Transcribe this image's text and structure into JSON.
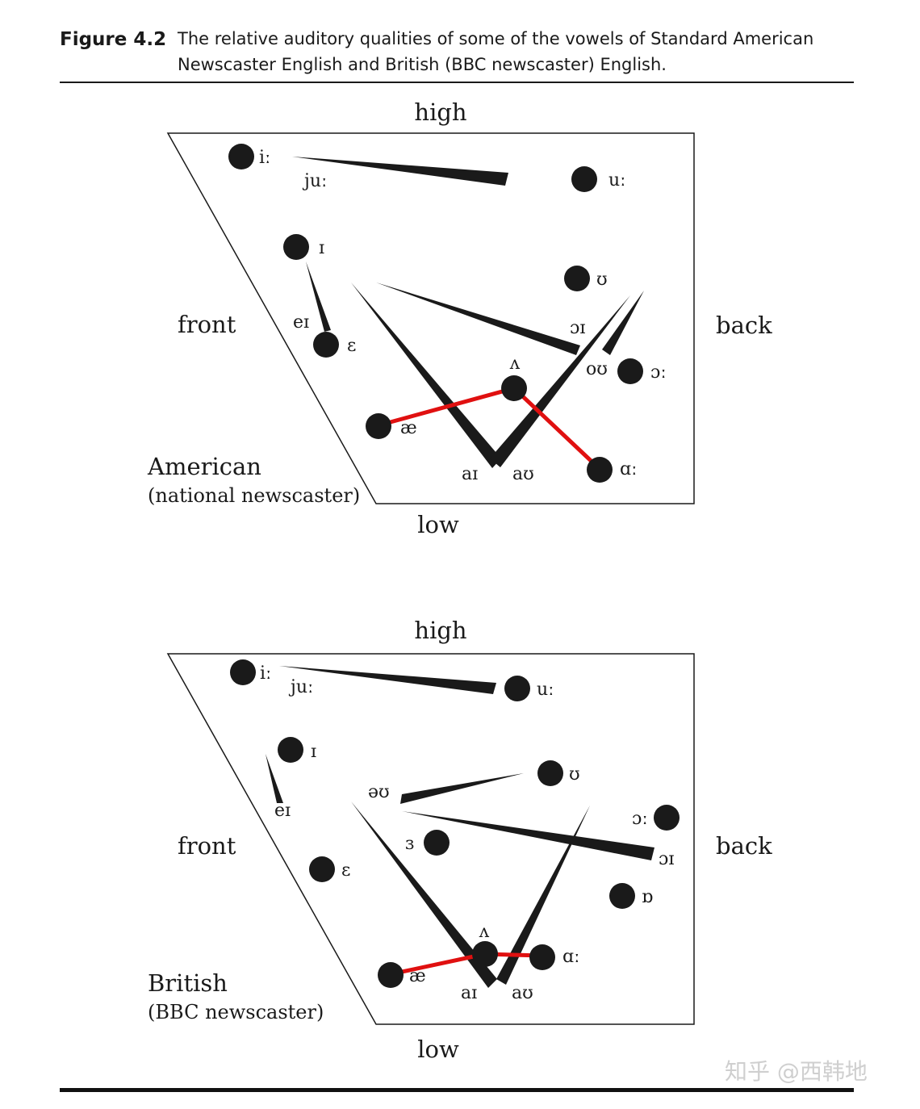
{
  "figure": {
    "label": "Figure 4.2",
    "caption_line1": "The relative auditory qualities of some of the vowels of Standard American",
    "caption_line2": "Newscaster English and British (BBC newscaster) English."
  },
  "american": {
    "high": "high",
    "low": "low",
    "front": "front",
    "back": "back",
    "dialect": "American",
    "dialect_sub": "(national newscaster)",
    "vowels": {
      "i": "iː",
      "u": "uː",
      "I": "ɪ",
      "U": "ʊ",
      "E": "ɛ",
      "ae": "æ",
      "V": "ʌ",
      "a": "ɑː",
      "O": "ɔː"
    },
    "diphthongs": {
      "ju": "juː",
      "eI": "eɪ",
      "OI": "ɔɪ",
      "oU": "oʊ",
      "aI": "aɪ",
      "aU": "aʊ"
    }
  },
  "british": {
    "high": "high",
    "low": "low",
    "front": "front",
    "back": "back",
    "dialect": "British",
    "dialect_sub": "(BBC newscaster)",
    "vowels": {
      "i": "iː",
      "u": "uː",
      "I": "ɪ",
      "U": "ʊ",
      "E": "ɛ",
      "er": "ɜ",
      "ae": "æ",
      "V": "ʌ",
      "a": "ɑː",
      "O": "ɔː",
      "Q": "ɒ"
    },
    "diphthongs": {
      "ju": "juː",
      "eI": "eɪ",
      "oU": "əʊ",
      "OI": "ɔɪ",
      "aI": "aɪ",
      "aU": "aʊ"
    }
  },
  "colors": {
    "ink": "#1a1a1a",
    "highlight": "#e01010"
  },
  "watermark": "知乎 @西韩地"
}
